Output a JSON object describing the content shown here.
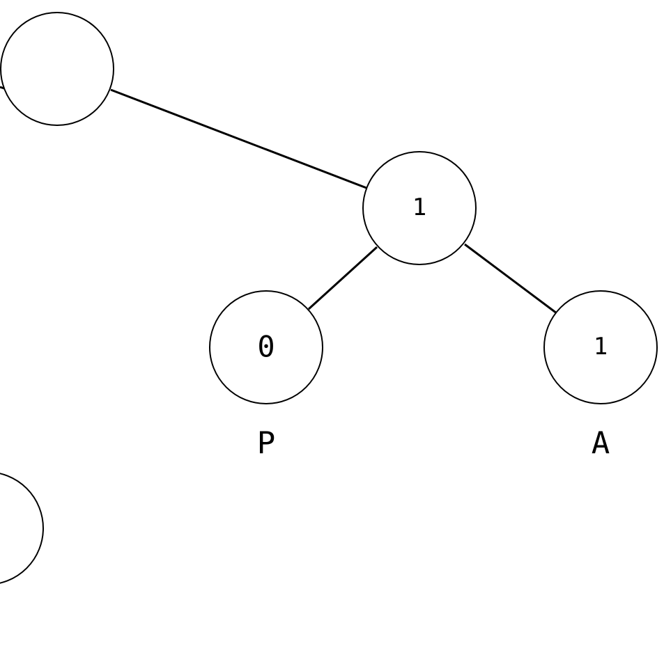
{
  "diagram": {
    "type": "binary-tree",
    "nodes": {
      "root": {
        "label": ""
      },
      "internal": {
        "label": "1"
      },
      "leaf_left": {
        "label": "0",
        "symbol": "P"
      },
      "leaf_right": {
        "label": "1",
        "symbol": "A"
      },
      "offscreen_left": {
        "label": ""
      }
    },
    "edges": [
      {
        "from": "root",
        "to": "internal"
      },
      {
        "from": "internal",
        "to": "leaf_left"
      },
      {
        "from": "internal",
        "to": "leaf_right"
      }
    ]
  }
}
